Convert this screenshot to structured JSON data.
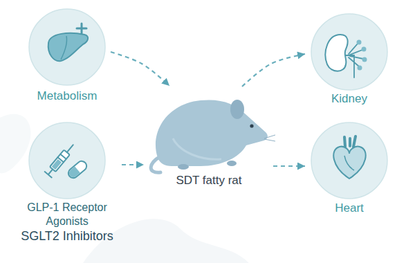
{
  "diagram": {
    "nodes": [
      {
        "text": [
          "Metabolism"
        ]
      },
      {
        "text": [
          "GLP-1 Receptor Agonists",
          "SGLT2 Inhibitors"
        ]
      },
      {
        "text": [
          "SDT fatty rat"
        ]
      },
      {
        "text": [
          "Kidney"
        ]
      },
      {
        "text": [
          "Heart"
        ]
      }
    ],
    "edges": [
      {
        "from": 0,
        "to": 2,
        "arrow": "to"
      },
      {
        "from": 1,
        "to": 2,
        "arrow": "to"
      },
      {
        "from": 2,
        "to": 3,
        "arrow": "to"
      },
      {
        "from": 2,
        "to": 4,
        "arrow": "to"
      }
    ]
  }
}
